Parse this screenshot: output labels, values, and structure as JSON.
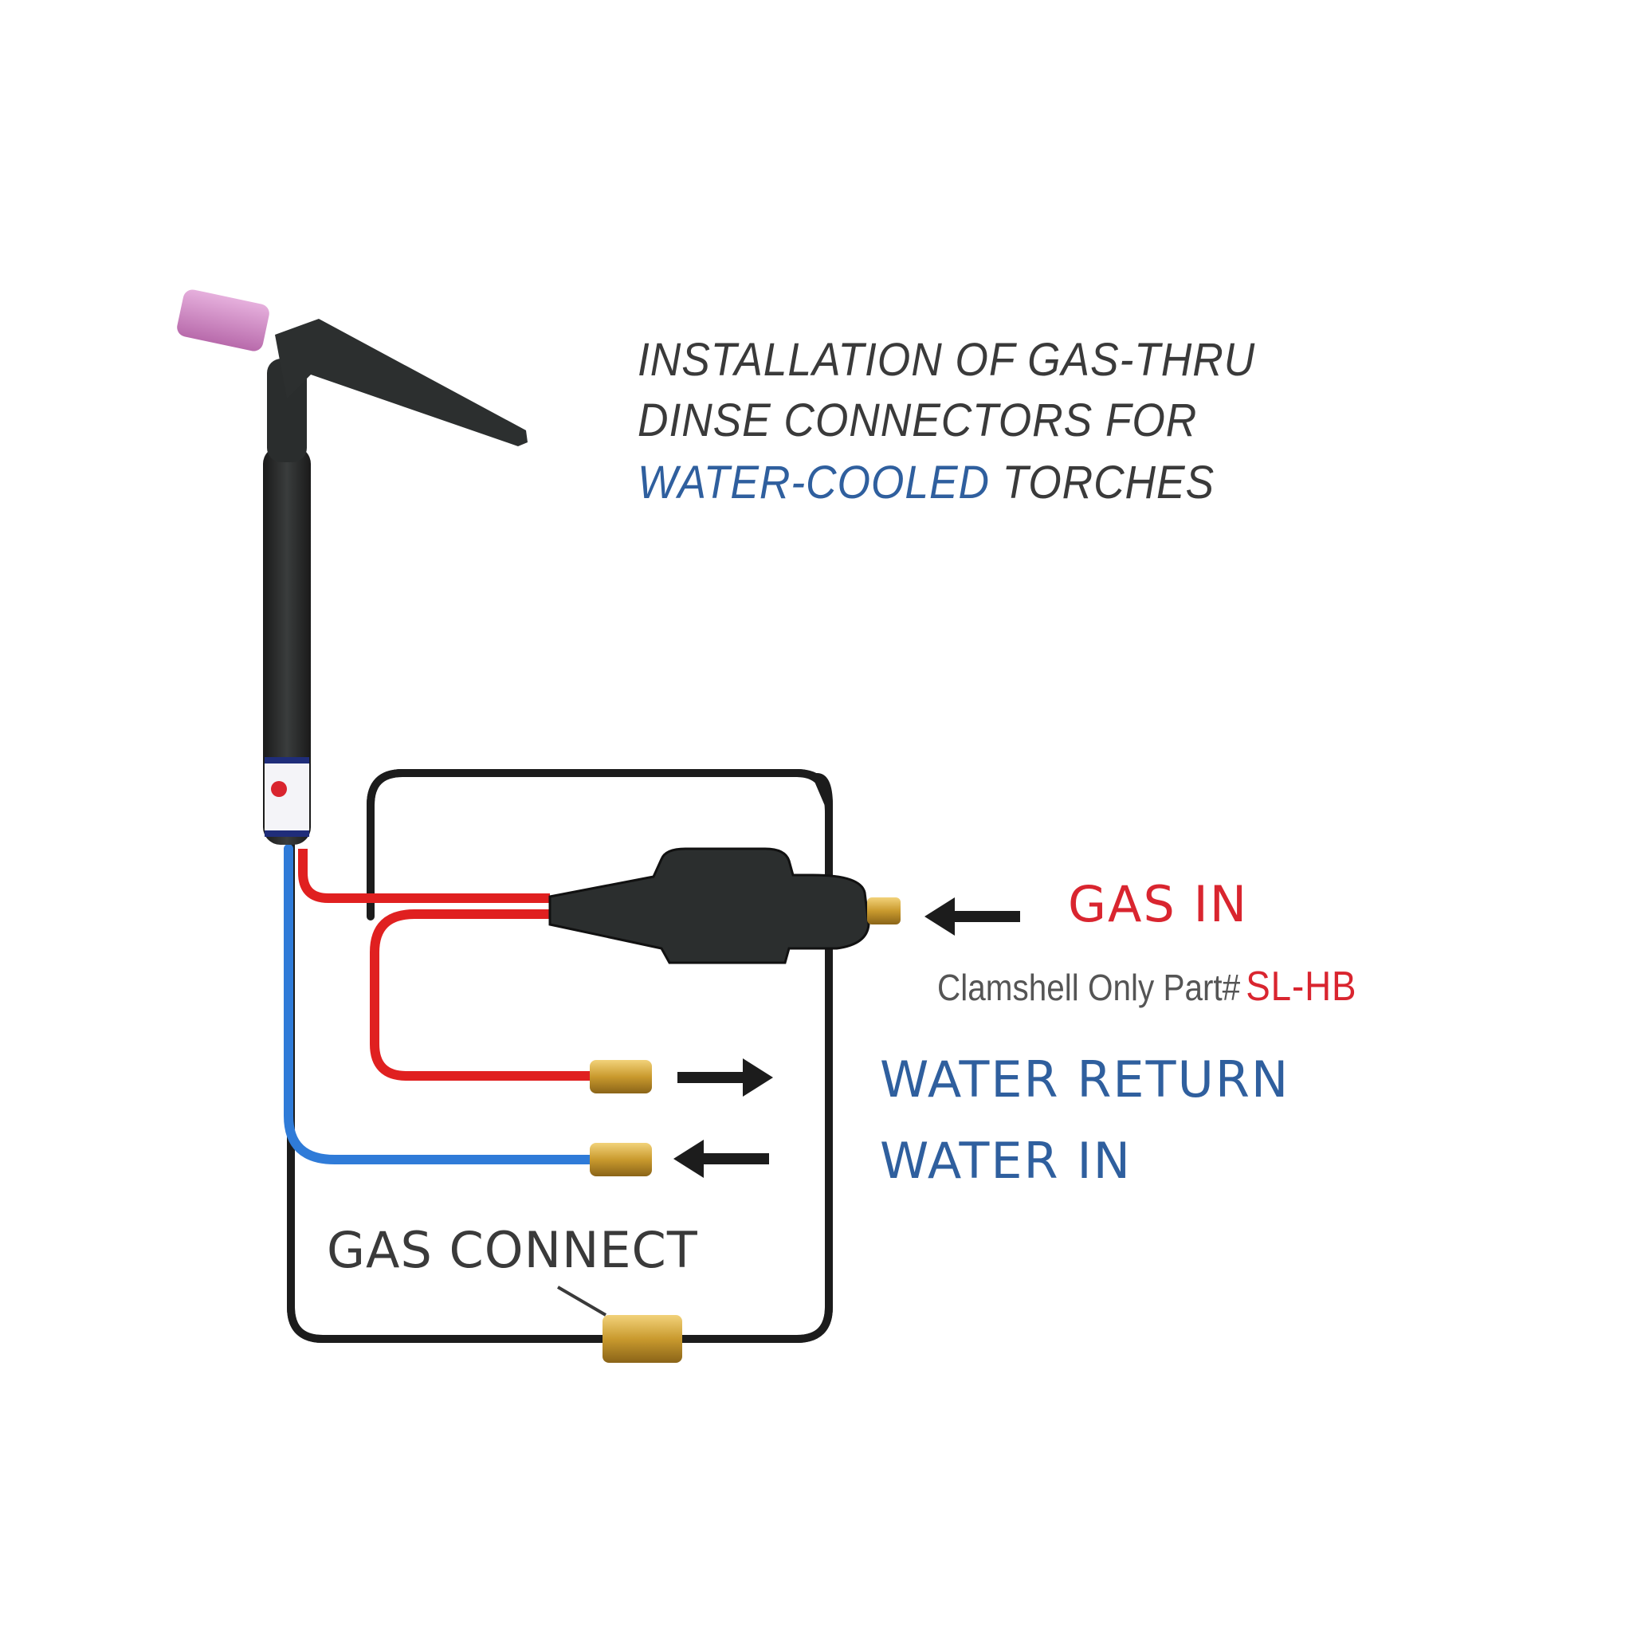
{
  "title": {
    "line1": "INSTALLATION OF GAS-THRU",
    "line2": "DINSE CONNECTORS FOR",
    "line3_highlight": "WATER-COOLED",
    "line3_rest": " TORCHES"
  },
  "labels": {
    "gas_in": "GAS IN",
    "clamshell_prefix": "Clamshell Only Part#",
    "clamshell_part": "SL-HB",
    "water_return": "WATER RETURN",
    "water_in": "WATER IN",
    "gas_connect": "GAS CONNECT"
  },
  "colors": {
    "red_hose": "#e02020",
    "blue_hose": "#2f7bd8",
    "black_hose": "#1c1c1c",
    "brass": "#c99a2e",
    "ceramic_cup": "#d48fc9",
    "text_red": "#d9252f",
    "text_blue": "#2f5f9e"
  }
}
